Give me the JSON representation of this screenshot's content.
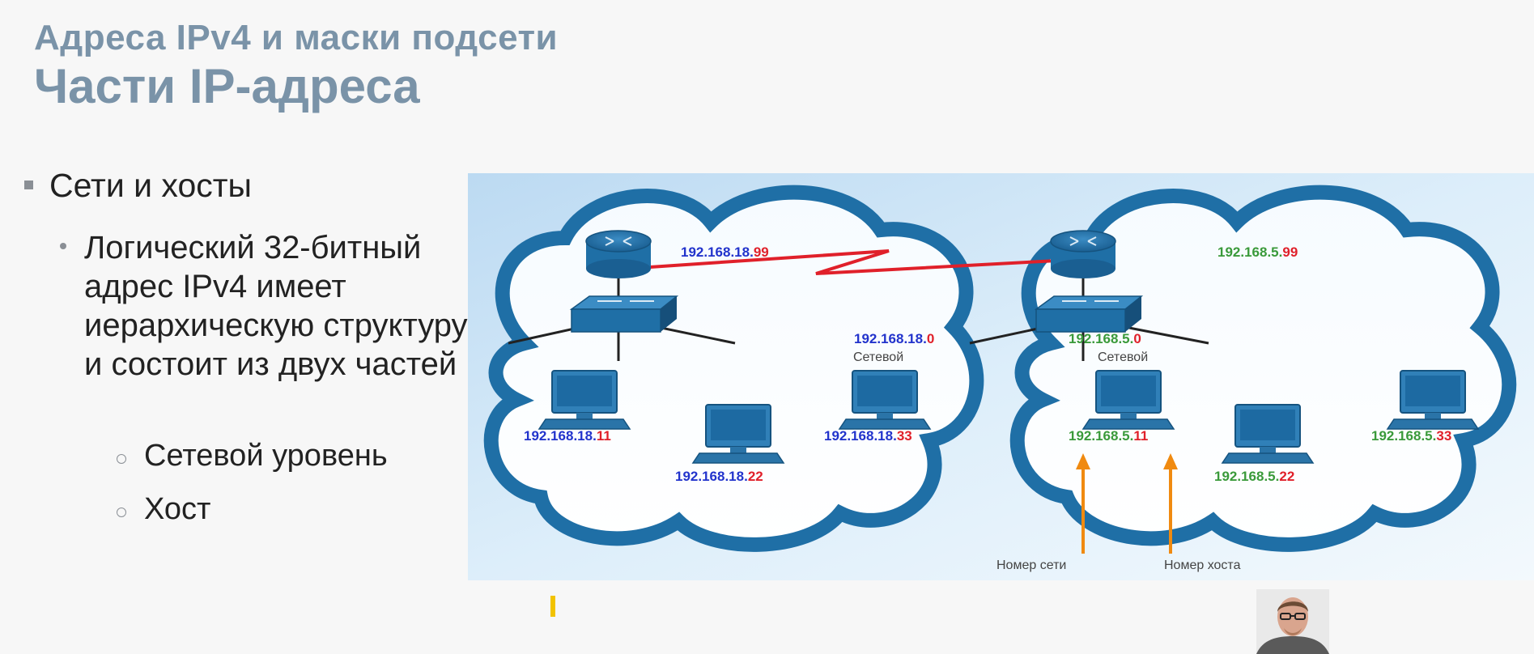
{
  "slide": {
    "subtitle": "Адреса IPv4 и маски подсети",
    "title": "Части IP-адреса",
    "bullet_level1": "Сети и хосты",
    "bullet_level2": "Логический 32-битный адрес IPv4 имеет иерархическую структуру и состоит из двух частей",
    "bullet_level3": [
      "Сетевой уровень",
      "Хост"
    ]
  },
  "diagram": {
    "left_network": {
      "router_ip": {
        "net": "192.168.18.",
        "host": "99"
      },
      "network_ip": {
        "net": "192.168.18.",
        "host": "0"
      },
      "network_label": "Сетевой",
      "pc_ips": [
        {
          "net": "192.168.18.",
          "host": "11"
        },
        {
          "net": "192.168.18.",
          "host": "22"
        },
        {
          "net": "192.168.18.",
          "host": "33"
        }
      ]
    },
    "right_network": {
      "router_ip": {
        "net": "192.168.5.",
        "host": "99"
      },
      "network_ip": {
        "net": "192.168.5.",
        "host": "0"
      },
      "network_label": "Сетевой",
      "pc_ips": [
        {
          "net": "192.168.5.",
          "host": "11"
        },
        {
          "net": "192.168.5.",
          "host": "22"
        },
        {
          "net": "192.168.5.",
          "host": "33"
        }
      ]
    },
    "arrow_labels": {
      "network_number": "Номер сети",
      "host_number": "Номер хоста"
    },
    "colors": {
      "left_net": "#2233cc",
      "right_net": "#3a9a3a",
      "host_part": "#e0202a",
      "wan_link": "#e0202a",
      "arrow": "#f08a10",
      "device": "#1f6fa6"
    }
  }
}
